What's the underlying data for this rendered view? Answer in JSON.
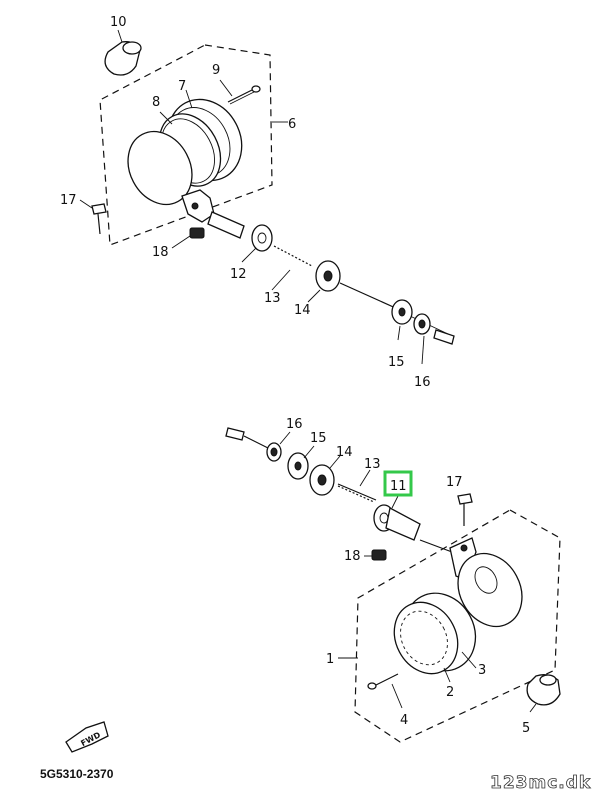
{
  "labels": {
    "p1": "1",
    "p2": "2",
    "p3": "3",
    "p4": "4",
    "p5": "5",
    "p6": "6",
    "p7": "7",
    "p8": "8",
    "p9": "9",
    "p10": "10",
    "p11": "11",
    "p12": "12",
    "p13": "13",
    "p14": "14",
    "p15": "15",
    "p16": "16",
    "p17": "17",
    "p18": "18",
    "p13b": "13",
    "p14b": "14",
    "p15b": "15",
    "p16b": "16",
    "p17b": "17",
    "p18b": "18"
  },
  "front_arrow": "FWD",
  "diagram_code": "5G5310-2370",
  "watermark": "123mc.dk",
  "highlight_color": "#34c84a"
}
